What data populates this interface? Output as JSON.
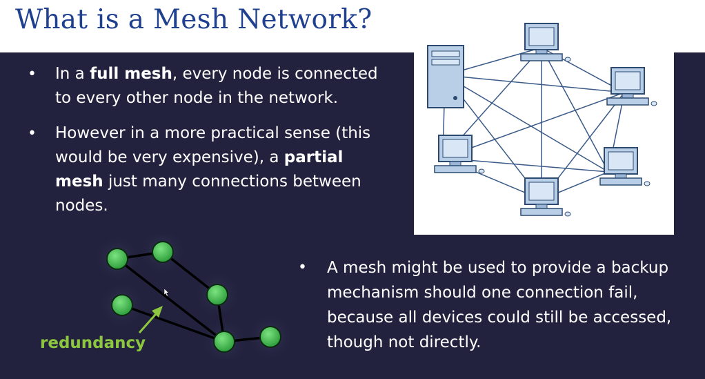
{
  "slide": {
    "title": "What is a Mesh Network?",
    "bullet1": {
      "t1": "In a ",
      "b1": "full mesh",
      "t2": ", every node is connected to every other node in the network."
    },
    "bullet2": {
      "t1": "However in a more practical sense (this would be very expensive), a ",
      "b1": "partial mesh",
      "t2": " just many connections between nodes."
    },
    "bullet3": {
      "t1": "A mesh might be used to provide a backup mechanism should one connection fail, because all devices could still be accessed, though not directly."
    },
    "annotation": "redundancy"
  },
  "colors": {
    "background": "#22223e",
    "title": "#1f3f8f",
    "node_green": "#3cb54a",
    "annotation_green": "#8dc63f"
  },
  "icons": [
    "server-icon",
    "computer-icon",
    "arrow-icon",
    "cursor-icon"
  ]
}
